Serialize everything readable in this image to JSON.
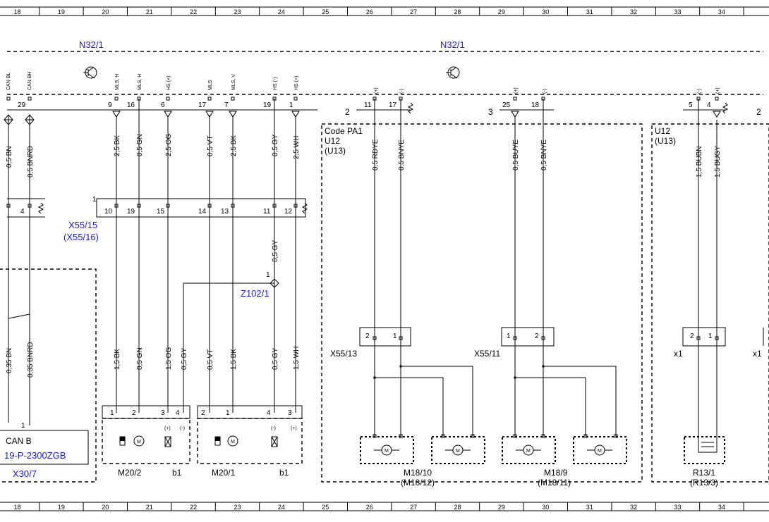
{
  "colors": {
    "ink": "#000000",
    "reference": "#1a1adc"
  },
  "grid_numbers": [
    "18",
    "19",
    "20",
    "21",
    "22",
    "23",
    "24",
    "25",
    "26",
    "27",
    "28",
    "29",
    "30",
    "31",
    "32",
    "33",
    "34"
  ],
  "modules": {
    "left": "N32/1",
    "right": "N32/1"
  },
  "top_pin_labels": [
    "CAN BL",
    "CAN BH",
    "MLS, H",
    "MLS, H",
    "HS (+)",
    "MLS",
    "MLS, V",
    "HS (-)",
    "HS (+)",
    "(+)",
    "(-)",
    "(+)",
    "(-)",
    "(-)",
    "(+)"
  ],
  "top_pin_numbers": [
    "29",
    "9",
    "16",
    "6",
    "17",
    "7",
    "19",
    "1",
    "11",
    "17",
    "25",
    "18",
    "5",
    "4"
  ],
  "top_group_numbers": [
    "2",
    "3",
    "2"
  ],
  "wires_top": [
    "0,5 BN",
    "0,5 BNRD",
    "2,5 BK",
    "0,5 GN",
    "2,5 OG",
    "0,5 VT",
    "2,5 BK",
    "0,5 GY",
    "2,5 WH",
    "0,5 RDYE",
    "0,5 BNYE",
    "0,5 BUYE",
    "0,5 BNYE",
    "1,5 BUBN",
    "1,5 BUGY"
  ],
  "codes": {
    "pa1_title": "Code PA1",
    "pa1_u12": "U12",
    "pa1_u13": "(U13)",
    "right_u12": "U12",
    "right_u13": "(U13)"
  },
  "x5515": {
    "name": "X55/15",
    "alt": "(X55/16)",
    "group": "1",
    "pins": [
      "4",
      "10",
      "19",
      "15",
      "14",
      "13",
      "11",
      "12"
    ]
  },
  "z102": {
    "name": "Z102/1",
    "pin": "1",
    "wire": "0,5 GY"
  },
  "wires_bottom": [
    "0,35 BN",
    "0,35 BNRD",
    "1,5 BK",
    "0,5 GN",
    "1,5 OG",
    "0,5 GY",
    "0,5 VT",
    "1,5 BK",
    "0,5 GY",
    "1,5 WH"
  ],
  "connectors": {
    "x5513": {
      "name": "X55/13",
      "pins": [
        "2",
        "1"
      ]
    },
    "x5511": {
      "name": "X55/11",
      "pins": [
        "1",
        "2"
      ]
    },
    "x1a": {
      "name": "x1",
      "pins": [
        "2",
        "1"
      ]
    },
    "x1b": {
      "name": "x1"
    }
  },
  "left_block": {
    "can": "CAN B",
    "part": "19-P-2300ZGB",
    "ref": "X30/7",
    "pin": "1"
  },
  "motors": {
    "m202": {
      "name": "M20/2",
      "pins": [
        "1",
        "2"
      ]
    },
    "b1a": {
      "name": "b1",
      "pins": [
        "3",
        "4"
      ],
      "signs": [
        "(+)",
        "(-)"
      ]
    },
    "m201": {
      "name": "M20/1",
      "pins": [
        "2",
        "1"
      ]
    },
    "b1b": {
      "name": "b1",
      "pins": [
        "4",
        "3"
      ],
      "signs": [
        "(-)",
        "(+)"
      ]
    },
    "m1810": {
      "name": "M18/10",
      "alt": "(M18/12)"
    },
    "m189": {
      "name": "M18/9",
      "alt": "(M18/11)"
    },
    "r131": {
      "name": "R13/1",
      "alt": "(R13/3)"
    },
    "motor_letter": "M"
  }
}
